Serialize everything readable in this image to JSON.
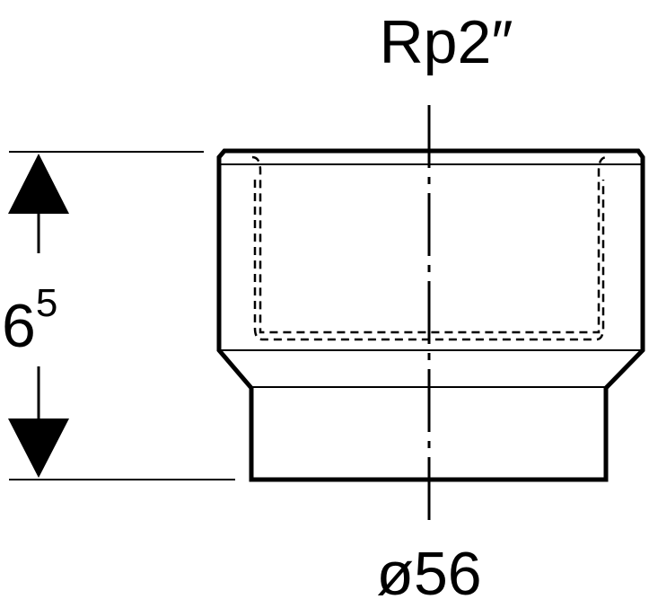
{
  "labels": {
    "thread": "Rp2″",
    "height_base": "6",
    "height_exp": "5",
    "diameter": "ø56"
  },
  "colors": {
    "line": "#000000",
    "background": "#ffffff"
  }
}
